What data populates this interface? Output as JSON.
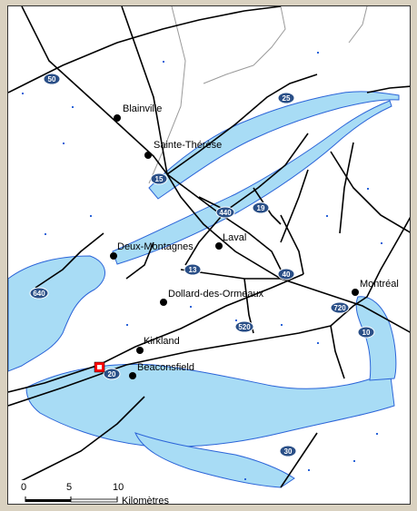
{
  "colors": {
    "water": "#a8dcf5",
    "water_outline": "#2b64d8",
    "road": "#000000",
    "border": "#9a9a9a",
    "shield": "#2a4f87",
    "marker": "#ff0000"
  },
  "cities": [
    {
      "name": "Blainville"
    },
    {
      "name": "Sainte-Thérèse"
    },
    {
      "name": "Laval"
    },
    {
      "name": "Deux-Montagnes"
    },
    {
      "name": "Dollard-des-Ormeaux"
    },
    {
      "name": "Montréal"
    },
    {
      "name": "Kirkland"
    },
    {
      "name": "Beaconsfield"
    }
  ],
  "highways": [
    "50",
    "25",
    "15",
    "440",
    "19",
    "13",
    "40",
    "640",
    "720",
    "520",
    "10",
    "20",
    "30"
  ],
  "scale": {
    "ticks": [
      "0",
      "5",
      "10"
    ],
    "unit": "Kilomètres"
  },
  "marker": {
    "icon": "location-marker-icon"
  }
}
